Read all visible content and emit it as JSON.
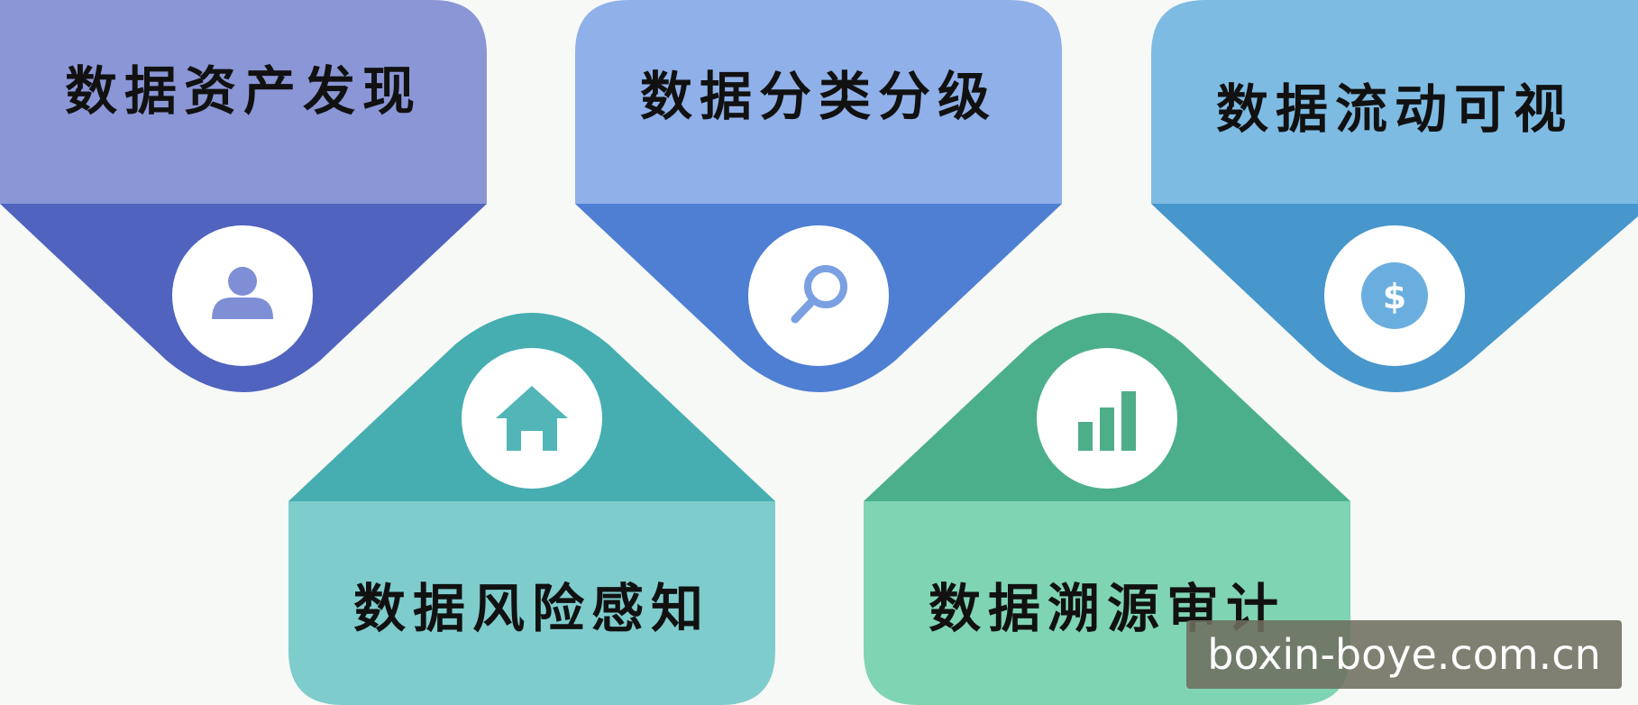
{
  "cards": [
    {
      "label": "数据资产发现",
      "icon": "user-icon"
    },
    {
      "label": "数据分类分级",
      "icon": "search-icon"
    },
    {
      "label": "数据流动可视",
      "icon": "dollar-icon"
    },
    {
      "label": "数据风险感知",
      "icon": "home-icon"
    },
    {
      "label": "数据溯源审计",
      "icon": "bar-chart-icon"
    }
  ],
  "watermark": "boxin-boye.com.cn",
  "colors": {
    "card1_top": "#8a96d6",
    "card1_bottom": "#4f63bf",
    "card2_top": "#8fb0e9",
    "card2_bottom": "#4e7fd3",
    "card3_top": "#7dbbe3",
    "card3_bottom": "#4796cc",
    "card4_top": "#46aeb1",
    "card4_bottom": "#7fcccd",
    "card5_top": "#4caf8c",
    "card5_bottom": "#7fd4b3"
  }
}
